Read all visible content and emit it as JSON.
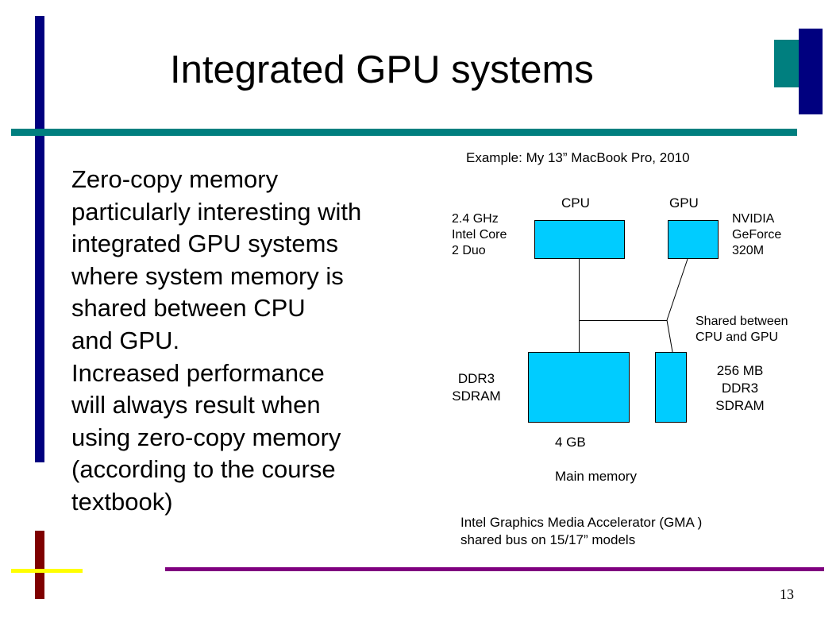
{
  "slide": {
    "title": "Integrated GPU systems",
    "body_lines": [
      "Zero-copy memory",
      "particularly interesting with",
      "integrated GPU systems",
      "where system memory is",
      "shared between CPU",
      "and GPU.",
      "Increased performance",
      "will always result when",
      "using zero-copy memory",
      "(according to the course",
      "textbook)"
    ],
    "page_number": "13"
  },
  "diagram": {
    "example": "Example:  My 13” MacBook Pro, 2010",
    "cpu_label": "CPU",
    "gpu_label": "GPU",
    "cpu_desc": [
      "2.4 GHz",
      "Intel Core",
      "2 Duo"
    ],
    "gpu_desc": [
      "NVIDIA",
      "GeForce",
      "320M"
    ],
    "shared_note": [
      "Shared between",
      "CPU and GPU"
    ],
    "main_mem_type": [
      "DDR3",
      "SDRAM"
    ],
    "gpu_mem": [
      "256 MB",
      "DDR3",
      "SDRAM"
    ],
    "main_mem_size": "4 GB",
    "main_mem_label": "Main memory",
    "footnote": [
      "Intel Graphics Media Accelerator (GMA )",
      "shared bus on 15/17” models"
    ]
  },
  "colors": {
    "navy": "#00007f",
    "teal": "#007f7f",
    "maroon": "#7f0000",
    "yellow": "#ffff00",
    "purple": "#7f007f",
    "box_fill": "#00ccff"
  }
}
